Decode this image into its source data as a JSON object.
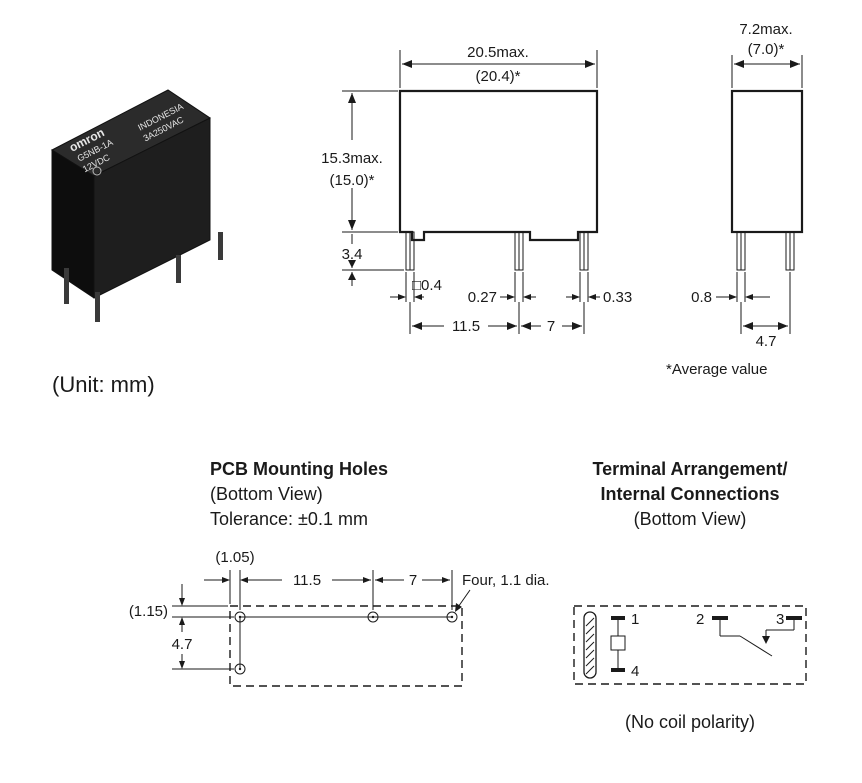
{
  "product_photo": {
    "brand": "omron",
    "model": "G5NB-1A",
    "coil": "12VDC",
    "origin": "INDONESIA",
    "rating": "3A250VAC"
  },
  "front_view": {
    "width_max": "20.5max.",
    "width_avg": "(20.4)*",
    "height_max": "15.3max.",
    "height_avg": "(15.0)*",
    "pin_length": "3.4",
    "pin_square": "□0.4",
    "gap_a": "0.27",
    "gap_b": "0.33",
    "pitch_1": "11.5",
    "pitch_2": "7"
  },
  "side_view": {
    "depth_max": "7.2max.",
    "depth_avg": "(7.0)*",
    "pin_offset": "0.8",
    "pin_spacing": "4.7"
  },
  "unit_label": "(Unit: mm)",
  "average_note": "*Average value",
  "pcb_holes": {
    "title": "PCB Mounting Holes",
    "view": "(Bottom View)",
    "tolerance": "Tolerance: ±0.1 mm",
    "offset_x": "(1.05)",
    "pitch_1": "11.5",
    "pitch_2": "7",
    "hole_note": "Four, 1.1 dia.",
    "offset_y": "(1.15)",
    "row_spacing": "4.7"
  },
  "terminals": {
    "title_line1": "Terminal Arrangement/",
    "title_line2": "Internal Connections",
    "view": "(Bottom View)",
    "pin_1": "1",
    "pin_2": "2",
    "pin_3": "3",
    "pin_4": "4",
    "polarity_note": "(No coil polarity)"
  }
}
